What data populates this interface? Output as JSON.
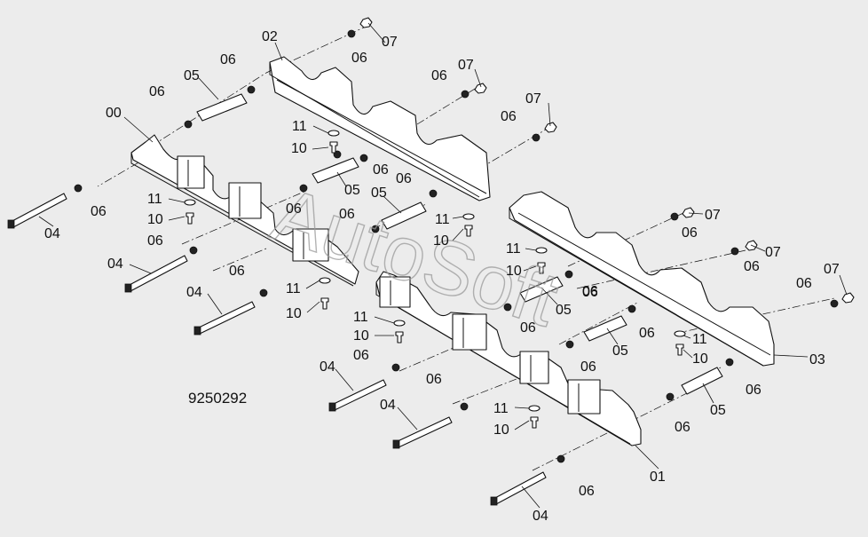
{
  "diagram": {
    "drawing_number": "9250292",
    "watermark": "AutoSoft",
    "part_labels": [
      {
        "id": "l00",
        "text": "00"
      },
      {
        "id": "l01",
        "text": "01"
      },
      {
        "id": "l02",
        "text": "02"
      },
      {
        "id": "l03",
        "text": "03"
      },
      {
        "id": "l04a",
        "text": "04"
      },
      {
        "id": "l04b",
        "text": "04"
      },
      {
        "id": "l04c",
        "text": "04"
      },
      {
        "id": "l04d",
        "text": "04"
      },
      {
        "id": "l04e",
        "text": "04"
      },
      {
        "id": "l04f",
        "text": "04"
      },
      {
        "id": "l05a",
        "text": "05"
      },
      {
        "id": "l05b",
        "text": "05"
      },
      {
        "id": "l05c",
        "text": "05"
      },
      {
        "id": "l05d",
        "text": "05"
      },
      {
        "id": "l05e",
        "text": "05"
      },
      {
        "id": "l05f",
        "text": "05"
      },
      {
        "id": "l06a",
        "text": "06"
      },
      {
        "id": "l06b",
        "text": "06"
      },
      {
        "id": "l06c",
        "text": "06"
      },
      {
        "id": "l06d",
        "text": "06"
      },
      {
        "id": "l06e",
        "text": "06"
      },
      {
        "id": "l06f",
        "text": "06"
      },
      {
        "id": "l06g",
        "text": "06"
      },
      {
        "id": "l06h",
        "text": "06"
      },
      {
        "id": "l06i",
        "text": "06"
      },
      {
        "id": "l06j",
        "text": "06"
      },
      {
        "id": "l06k",
        "text": "06"
      },
      {
        "id": "l06l",
        "text": "06"
      },
      {
        "id": "l06m",
        "text": "06"
      },
      {
        "id": "l06n",
        "text": "06"
      },
      {
        "id": "l06o",
        "text": "06"
      },
      {
        "id": "l06p",
        "text": "06"
      },
      {
        "id": "l06q",
        "text": "06"
      },
      {
        "id": "l06r",
        "text": "06"
      },
      {
        "id": "l06s",
        "text": "06"
      },
      {
        "id": "l06t",
        "text": "06"
      },
      {
        "id": "l06u",
        "text": "06"
      },
      {
        "id": "l06v",
        "text": "06"
      },
      {
        "id": "l06w",
        "text": "06"
      },
      {
        "id": "l06x",
        "text": "06"
      },
      {
        "id": "l06y",
        "text": "06"
      },
      {
        "id": "l07a",
        "text": "07"
      },
      {
        "id": "l07b",
        "text": "07"
      },
      {
        "id": "l07c",
        "text": "07"
      },
      {
        "id": "l07d",
        "text": "07"
      },
      {
        "id": "l07e",
        "text": "07"
      },
      {
        "id": "l07f",
        "text": "07"
      },
      {
        "id": "l10a",
        "text": "10"
      },
      {
        "id": "l10b",
        "text": "10"
      },
      {
        "id": "l10c",
        "text": "10"
      },
      {
        "id": "l10d",
        "text": "10"
      },
      {
        "id": "l10e",
        "text": "10"
      },
      {
        "id": "l10f",
        "text": "10"
      },
      {
        "id": "l10g",
        "text": "10"
      },
      {
        "id": "l10h",
        "text": "10"
      },
      {
        "id": "l11a",
        "text": "11"
      },
      {
        "id": "l11b",
        "text": "11"
      },
      {
        "id": "l11c",
        "text": "11"
      },
      {
        "id": "l11d",
        "text": "11"
      },
      {
        "id": "l11e",
        "text": "11"
      },
      {
        "id": "l11f",
        "text": "11"
      },
      {
        "id": "l11g",
        "text": "11"
      },
      {
        "id": "l11h",
        "text": "11"
      }
    ]
  }
}
